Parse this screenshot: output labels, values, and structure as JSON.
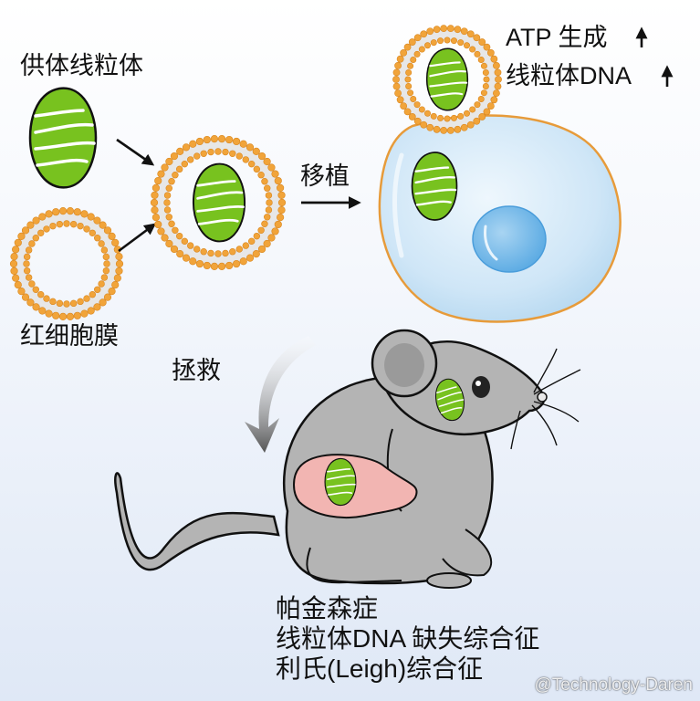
{
  "labels": {
    "donor_mitochondria": "供体线粒体",
    "rbc_membrane": "红细胞膜",
    "transplant": "移植",
    "rescue": "拯救",
    "atp_up": "ATP 生成",
    "mtdna_up": "线粒体DNA"
  },
  "diseases": [
    "帕金森症",
    "线粒体DNA 缺失综合征",
    "利氏(Leigh)综合征"
  ],
  "watermark": "@Technology-Daren",
  "colors": {
    "lipid_head": "#f1a43a",
    "mito_green": "#78c21f",
    "cell_blue": "#cfe6f6",
    "mouse_grey": "#b4b4b4",
    "liver_pink": "#f2b5b2"
  }
}
